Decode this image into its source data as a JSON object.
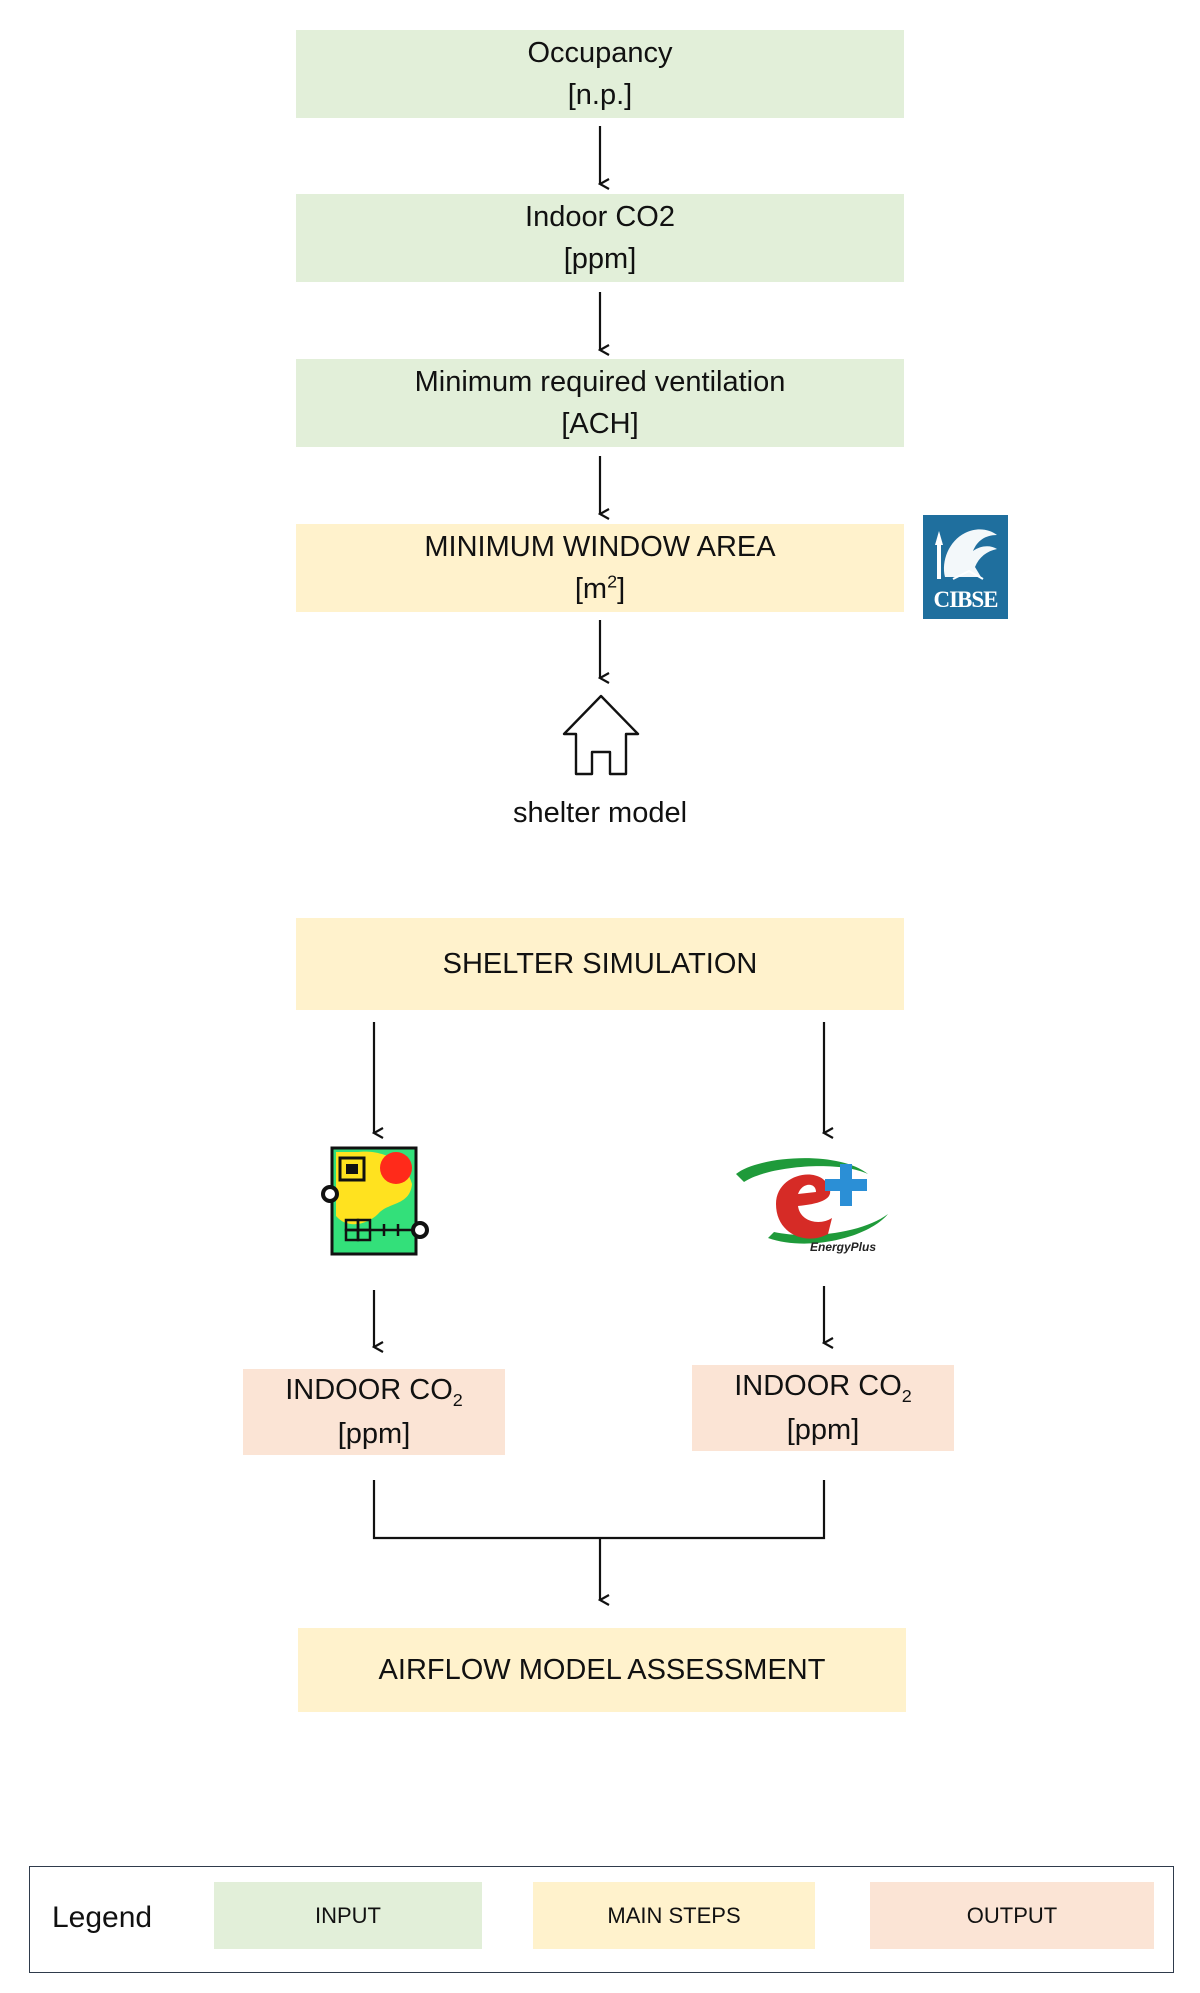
{
  "steps": {
    "occupancy": {
      "title": "Occupancy",
      "unit": "[n.p.]"
    },
    "indoor_co2": {
      "title": "Indoor CO2",
      "unit": "[ppm]"
    },
    "min_ventilation": {
      "title": "Minimum required ventilation",
      "unit": "[ACH]"
    },
    "min_window_area": {
      "title": "MINIMUM WINDOW AREA",
      "unit_base": "[m",
      "unit_sup": "2",
      "unit_end": "]"
    },
    "shelter_model": {
      "label": "shelter model"
    },
    "shelter_simulation": {
      "title": "SHELTER SIMULATION"
    },
    "output_left": {
      "title_base": "INDOOR CO",
      "title_sub": "2",
      "unit": "[ppm]"
    },
    "output_right": {
      "title_base": "INDOOR CO",
      "title_sub": "2",
      "unit": "[ppm]"
    },
    "airflow_assessment": {
      "title": "AIRFLOW MODEL ASSESSMENT"
    }
  },
  "logos": {
    "cibse": {
      "text": "CIBSE",
      "color": "#1f6f9e"
    },
    "energyplus": {
      "text": "EnergyPlus",
      "color": "#d62b26"
    },
    "contam": {
      "icon": "contam-airflow-icon"
    }
  },
  "legend": {
    "title": "Legend",
    "items": [
      {
        "label": "INPUT",
        "color": "#e2efd9"
      },
      {
        "label": "MAIN STEPS",
        "color": "#fff2cc"
      },
      {
        "label": "OUTPUT",
        "color": "#fbe4d5"
      }
    ]
  }
}
